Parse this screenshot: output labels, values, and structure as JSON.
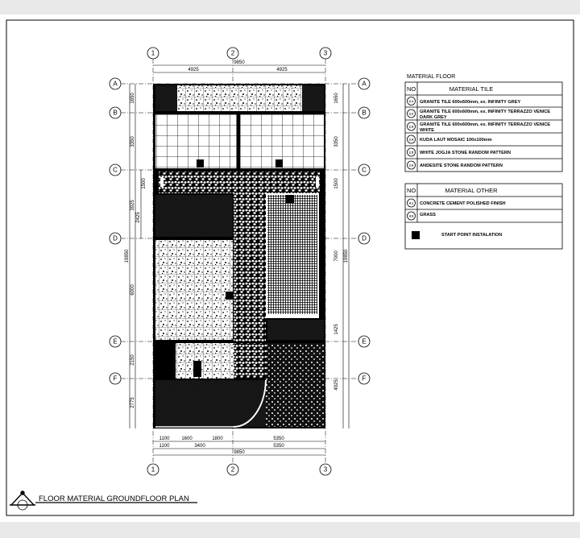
{
  "sheet": {
    "title": "FLOOR MATERIAL GROUNDFLOOR PLAN"
  },
  "grid": {
    "columns": [
      "1",
      "2",
      "3"
    ],
    "rows": [
      "A",
      "B",
      "C",
      "D",
      "E",
      "F"
    ]
  },
  "dimensions": {
    "top_total": "9850",
    "top_segments": [
      "4925",
      "4925"
    ],
    "bottom_row1": [
      "1100",
      "1600",
      "1800",
      "5350"
    ],
    "bottom_row2": [
      "1100",
      "3400",
      "5350"
    ],
    "bottom_total": "9850",
    "left": [
      "1650",
      "3350",
      "1500",
      "3925",
      "2425",
      "19850",
      "6000",
      "2150",
      "2775"
    ],
    "right": [
      "1650",
      "3350",
      "1500",
      "7000",
      "19850",
      "1425",
      "4925"
    ]
  },
  "legend_tile": {
    "caption": "MATERIAL FLOOR",
    "header_no": "NO",
    "header_title": "MATERIAL TILE",
    "rows": [
      {
        "tag": "2.1",
        "text": "GRANITE TILE 600x600mm, ex. INFINITY GREY"
      },
      {
        "tag": "2.2",
        "text": "GRANITE TILE 600x600mm, ex. INFINITY TERRAZZO VENICE",
        "text2": "DARK GREY"
      },
      {
        "tag": "2.3",
        "text": "GRANITE TILE 600x600mm, ex. INFINITY TERRAZZO VENICE",
        "text2": "WHITE"
      },
      {
        "tag": "2.4",
        "text": "KUDA LAUT MOSAIC 100x100mm"
      },
      {
        "tag": "2.5",
        "text": "WHITE JOGJA STONE RANDOM PATTERN"
      },
      {
        "tag": "2.6",
        "text": "ANDESITE STONE RANDOM PATTERN"
      }
    ]
  },
  "legend_other": {
    "header_no": "NO",
    "header_title": "MATERIAL OTHER",
    "rows": [
      {
        "tag": "4.1",
        "text": "CONCRETE CEMENT POLISHED FINISH"
      },
      {
        "tag": "4.3",
        "text": "GRASS"
      }
    ],
    "start_point": "START POINT INSTALATION"
  },
  "colors": {
    "ink": "#000000",
    "paper": "#ffffff",
    "background": "#e9e9e9"
  }
}
